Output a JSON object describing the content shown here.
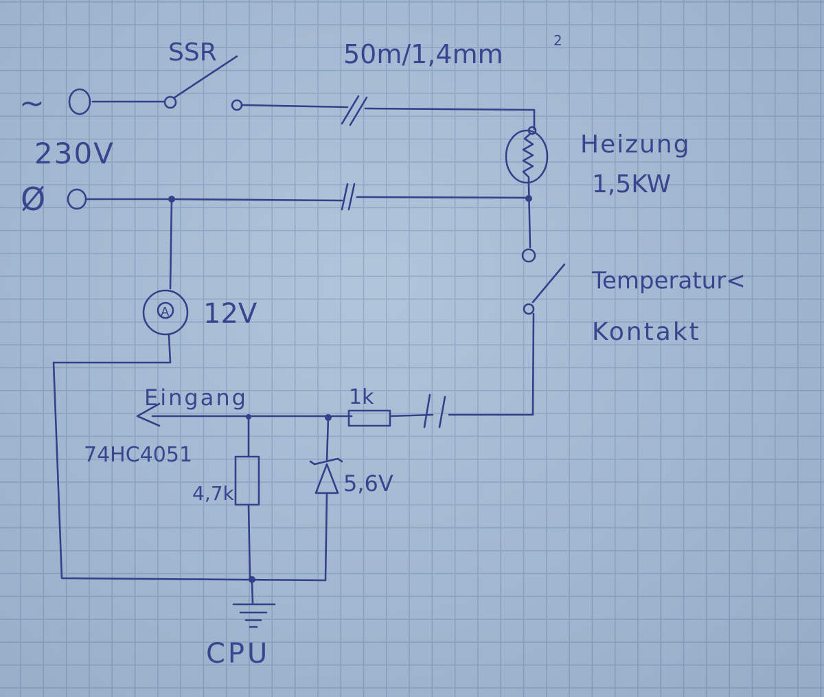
{
  "diagram": {
    "labels": {
      "mains_symbol": "~",
      "neutral_symbol": "Ø",
      "voltage_mains": "230V",
      "ssr": "SSR",
      "cable": "50m/1,4mm",
      "cable_exp": "2",
      "heater_name": "Heizung",
      "heater_power": "1,5KW",
      "thermostat_line1": "Temperatur<",
      "thermostat_line2": "Kontakt",
      "psu_symbol": "A",
      "psu_voltage": "12V",
      "input_label": "Eingang",
      "chip_label": "74HC4051",
      "resistor_series": "1k",
      "resistor_pull": "4,7k",
      "zener_value": "5,6V",
      "cpu_label": "CPU"
    },
    "colors": {
      "ink": "#34408a",
      "paper": "#aac0d8",
      "grid": "#8aa6c4"
    }
  }
}
